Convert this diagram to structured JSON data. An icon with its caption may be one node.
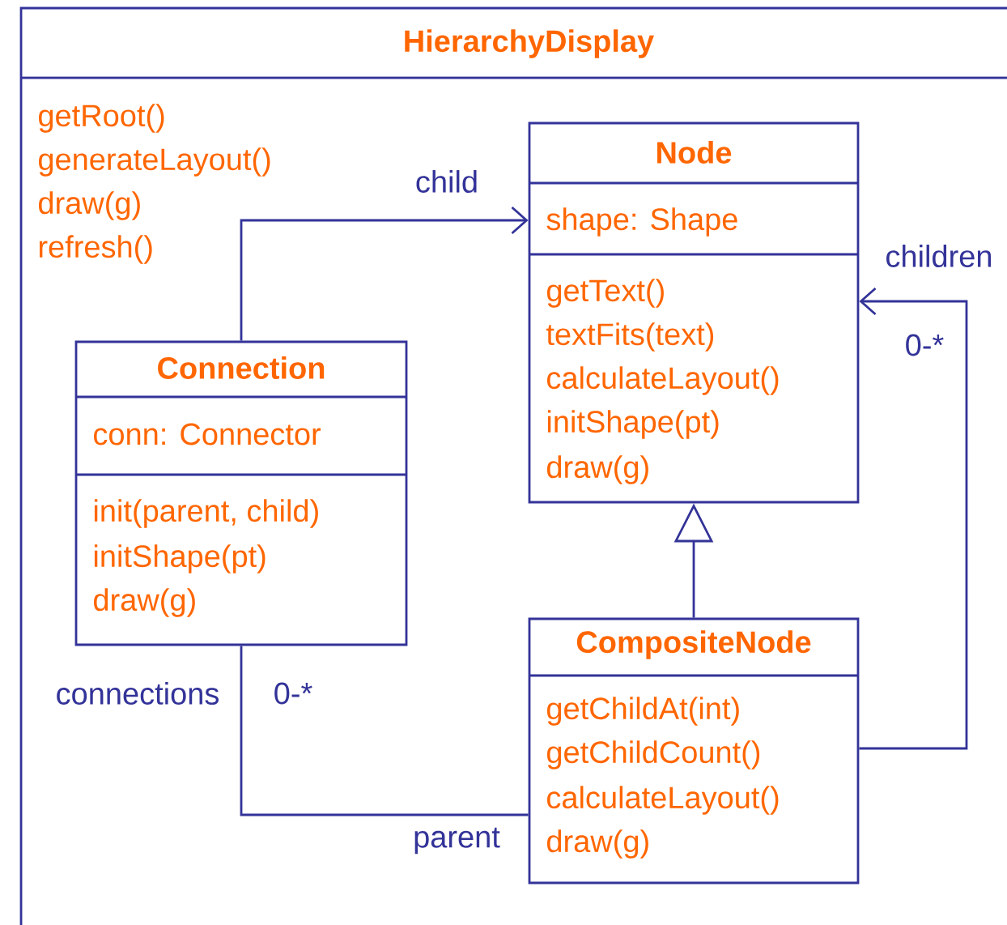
{
  "diagram": {
    "nodes": [
      {
        "text": [
          "HierarchyDisplay",
          "getRoot()",
          "generateLayout()",
          "draw(g)",
          "refresh()"
        ]
      },
      {
        "text": [
          "Node",
          "shape: Shape",
          "getText()",
          "textFits(text)",
          "calculateLayout()",
          "initShape(pt)",
          "draw(g)"
        ],
        "in": 0
      },
      {
        "text": [
          "Connection",
          "conn: Connector",
          "init(parent, child)",
          "initShape(pt)",
          "draw(g)"
        ],
        "in": 0
      },
      {
        "text": [
          "CompositeNode",
          "getChildAt(int)",
          "getChildCount()",
          "calculateLayout()",
          "draw(g)"
        ],
        "in": 0
      }
    ],
    "edges": [
      {
        "from": 2,
        "to": 1,
        "arrow": "to",
        "label": "child"
      },
      {
        "from": 3,
        "to": 1,
        "arrow": "to"
      },
      {
        "from": 3,
        "to": 1,
        "arrow": "to",
        "label": "children"
      },
      {
        "from": 2,
        "to": 3,
        "arrow": "none",
        "label": "parent"
      }
    ],
    "labels": [
      "0-*",
      "connections",
      "0-*"
    ]
  }
}
